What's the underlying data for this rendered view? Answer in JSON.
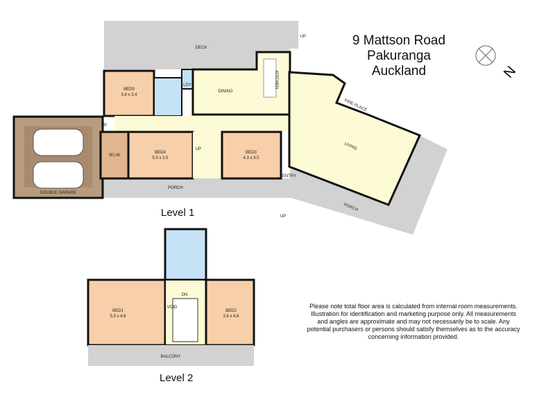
{
  "address": {
    "line1": "9 Mattson Road",
    "line2": "Pakuranga",
    "line3": "Auckland"
  },
  "compass": {
    "label": "N",
    "icon": "compass-rose-icon"
  },
  "level1": {
    "title": "Level 1",
    "rooms": {
      "deck": "DECK",
      "bed5": "BED5",
      "bed5_size": "3.8 x 3.4",
      "ldy": "LDY",
      "dining": "DINING",
      "kitchen": "KITCHEN",
      "living": "LIVING",
      "fireplace": "FIRE PLACE",
      "wiw": "W.I.W",
      "bed4": "BED4",
      "bed4_size": "5.0 x 3.5",
      "bed3": "BED3",
      "bed3_size": "4.3 x 3.5",
      "garage": "DOUBLE GARAGE",
      "porch": "PORCH",
      "porch2": "PORCH",
      "entry": "ENTRY",
      "up1": "UP",
      "up2": "UP",
      "up3": "UP",
      "up4": "UP"
    }
  },
  "level2": {
    "title": "Level 2",
    "rooms": {
      "bed1": "BED1",
      "bed1_size": "5.5 x 4.8",
      "bed2": "BED2",
      "bed2_size": "3.8 x 4.8",
      "void": "VOID",
      "dn": "DN",
      "balcony": "BALCONY"
    }
  },
  "disclaimer": [
    "Please note total floor area is calculated from internal room measurements.",
    "Illustration for identification and marketing purpose only.  All measurements",
    "and angles are approximate and may not necessarily be to scale.  Any",
    "potential purchasers or persons should satisfy themselves as to the accuracy",
    "concerning information provided."
  ],
  "colors": {
    "bedroom": "#f7cfaa",
    "living": "#fdfbd6",
    "wet": "#c5e2f6",
    "outdoor": "#d2d2d2",
    "garage": "#b89c80",
    "storage": "#e0b58f"
  }
}
